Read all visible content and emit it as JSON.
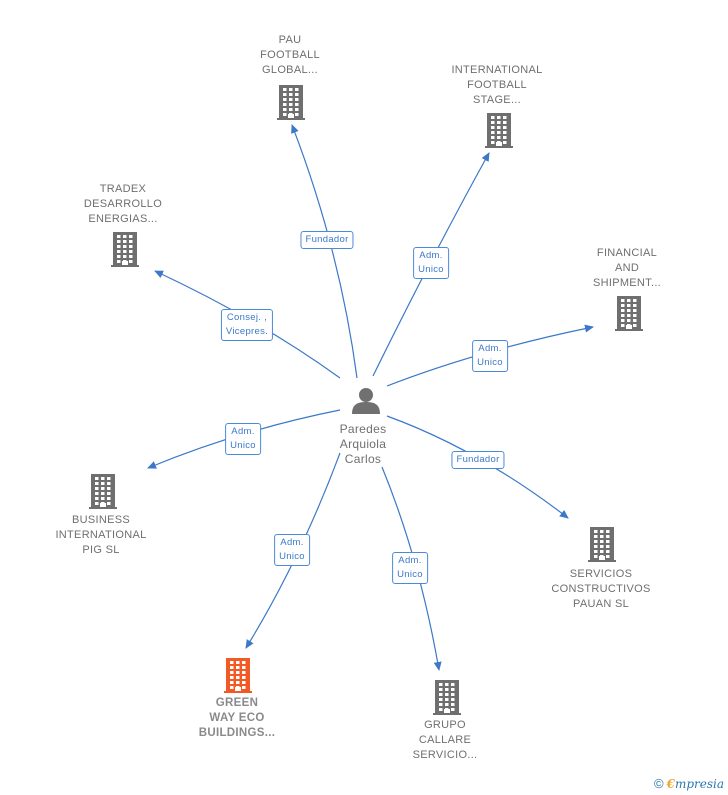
{
  "center": {
    "name": "Paredes\nArquiola\nCarlos"
  },
  "colors": {
    "edge": "#3c78c8",
    "building": "#6f6f6f",
    "highlight": "#f15a24",
    "person": "#707070"
  },
  "nodes": [
    {
      "id": "pau",
      "label": "PAU\nFOOTBALL\nGLOBAL...",
      "relation": "Fundador",
      "highlight": false
    },
    {
      "id": "ifs",
      "label": "INTERNATIONAL\nFOOTBALL\nSTAGE...",
      "relation": "Adm.\nUnico",
      "highlight": false
    },
    {
      "id": "tradex",
      "label": "TRADEX\nDESARROLLO\nENERGIAS...",
      "relation": "Consej. ,\nVicepres.",
      "highlight": false
    },
    {
      "id": "financial",
      "label": "FINANCIAL\nAND\nSHIPMENT...",
      "relation": "Adm.\nUnico",
      "highlight": false
    },
    {
      "id": "business",
      "label": "BUSINESS\nINTERNATIONAL\nPIG  SL",
      "relation": "Adm.\nUnico",
      "highlight": false
    },
    {
      "id": "servicios",
      "label": "SERVICIOS\nCONSTRUCTIVOS\nPAUAN  SL",
      "relation": "Fundador",
      "highlight": false
    },
    {
      "id": "greenway",
      "label": "GREEN\nWAY ECO\nBUILDINGS...",
      "relation": "Adm.\nUnico",
      "highlight": true
    },
    {
      "id": "callare",
      "label": "GRUPO\nCALLARE\nSERVICIO...",
      "relation": "Adm.\nUnico",
      "highlight": false
    }
  ],
  "footer": {
    "copyright": "©",
    "brand_e": "€",
    "brand_rest": "mpresia"
  }
}
